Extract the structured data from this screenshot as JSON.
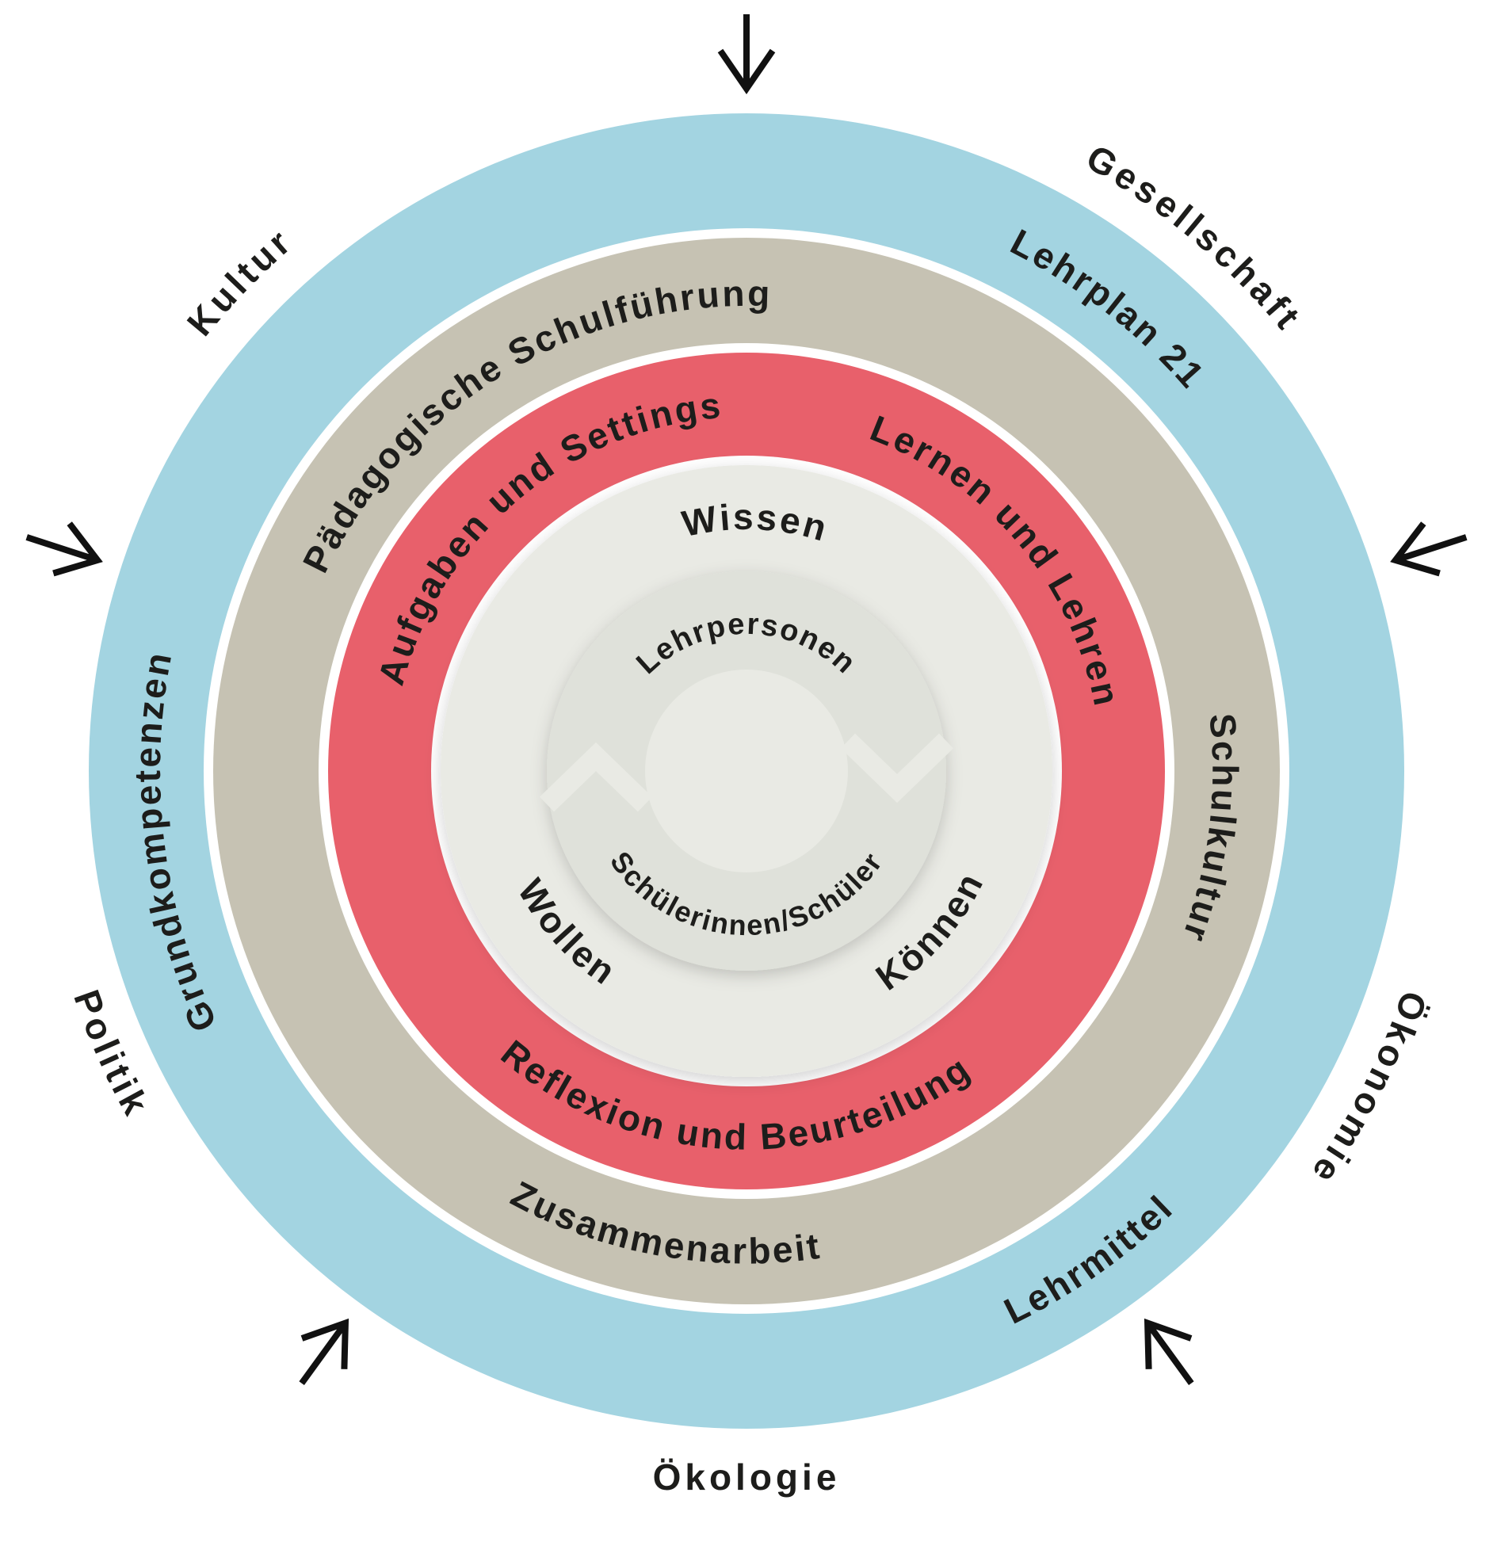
{
  "diagram": {
    "background": "#ffffff",
    "text_color": "#1d1d1b",
    "context": {
      "kultur": "Kultur",
      "gesellschaft": "Gesellschaft",
      "politik": "Politik",
      "oekonomie": "Ökonomie",
      "oekologie": "Ökologie"
    },
    "rings": {
      "outer": {
        "color": "#a3d4e1",
        "labels": {
          "lehrplan": "Lehrplan 21",
          "grundkompetenzen": "Grundkompetenzen",
          "lehrmittel": "Lehrmittel"
        }
      },
      "middle": {
        "color": "#c6c2b3",
        "labels": {
          "schulfuehrung": "Pädagogische Schulführung",
          "schulkultur": "Schulkultur",
          "zusammenarbeit": "Zusammenarbeit"
        }
      },
      "inner": {
        "color": "#e8606b",
        "labels": {
          "aufgaben": "Aufgaben und Settings",
          "lernen": "Lernen und Lehren",
          "reflexion": "Reflexion und Beurteilung"
        }
      },
      "core_area": {
        "color": "#e9eae4",
        "labels": {
          "wissen": "Wissen",
          "wollen": "Wollen",
          "koennen": "Können"
        }
      },
      "cycle": {
        "color": "#dfe1da",
        "labels": {
          "lehrpersonen": "Lehrpersonen",
          "schueler": "Schülerinnen/Schüler"
        }
      }
    }
  }
}
